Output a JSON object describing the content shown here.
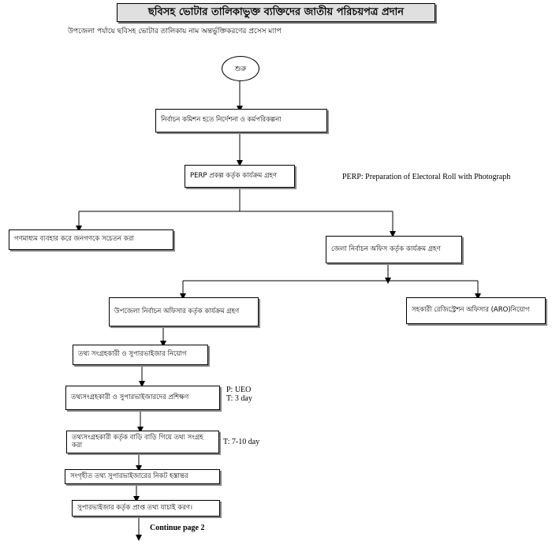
{
  "title": "ছবিসহ ভোটার তালিকাভুক্ত ব্যক্তিদের জাতীয় পরিচয়পত্র প্রদান",
  "subtitle": "উপজেলা পর্যায়ে ছবিসহ ভোটার তালিকায় নাম অন্তর্ভুক্তিকরণের প্রসেস ম্যাপ",
  "start": "শুরু",
  "steps": {
    "ec_directive": "নির্বাচন কমিশন হতে নির্দেশনা ও কর্মপরিকল্পনা",
    "perp_program": "PERP প্রকল্প কর্তৃক কার্যক্রম গ্রহণ",
    "media_awareness": "গণমাধ্যম ব্যবহার করে জনগণকে সচেতন করা",
    "district_office": "জেলা নির্বাচন অফিস কর্তৃক কার্যক্রম গ্রহণ",
    "upazila_officer": "উপজেলা নির্বাচন অফিসার কর্তৃক কার্যক্রম গ্রহণ",
    "aro_appointment": "সহকারী রেজিস্ট্রেশন অফিসার (ARO)নিয়োগ",
    "collector_appointment": "তথ্য সংগ্রহকারী ও সুপারভাইজার নিয়োগ",
    "training": "তথ্যসংগ্রহকারী ও সুপারভাইজারদের প্রশিক্ষণ",
    "door_to_door": "তথ্যসংগ্রহকারী কর্তৃক বাড়ি বাড়ি গিয়ে তথ্য সংগ্রহ করা",
    "handover": "সংগৃহীত তথ্য সুপারভাইজারের নিকট হস্তান্তর",
    "verification": "সুপারভাইজার কর্তৃক প্রাপ্ত তথ্য যাচাই করণ।"
  },
  "notes": {
    "perp_definition": "PERP: Preparation of Electoral Roll with Photograph",
    "training_person": "P: UEO",
    "training_time": "T: 3 day",
    "collection_time": "T: 7-10 day",
    "continue": "Continue page 2"
  }
}
